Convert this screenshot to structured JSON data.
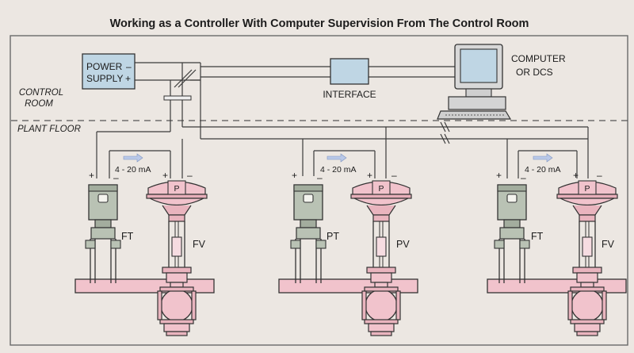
{
  "title": "Working as a Controller With Computer Supervision From The Control Room",
  "zones": {
    "control_room": [
      "CONTROL",
      "ROOM"
    ],
    "plant_floor": "PLANT FLOOR"
  },
  "power_supply": {
    "lines": [
      "POWER",
      "SUPPLY"
    ],
    "minus": "–",
    "plus": "+"
  },
  "interface_label": "INTERFACE",
  "computer_label": [
    "COMPUTER",
    "OR DCS"
  ],
  "loops": [
    {
      "signal": "4 - 20 mA",
      "transmitter_tag": "FT",
      "valve_tag": "FV",
      "plus": "+",
      "minus": "–"
    },
    {
      "signal": "4 - 20 mA",
      "transmitter_tag": "PT",
      "valve_tag": "PV",
      "plus": "+",
      "minus": "–"
    },
    {
      "signal": "4 - 20 mA",
      "transmitter_tag": "FT",
      "valve_tag": "FV",
      "plus": "+",
      "minus": "–"
    }
  ],
  "positioner_mark": "P",
  "colors": {
    "background": "#ece7e2",
    "box_fill": "#bfd6e4",
    "pipe": "#f1c3cc",
    "transmitter": "#b9c2b4",
    "arrow": "#b9c8e8",
    "line": "#3b3b3b"
  }
}
